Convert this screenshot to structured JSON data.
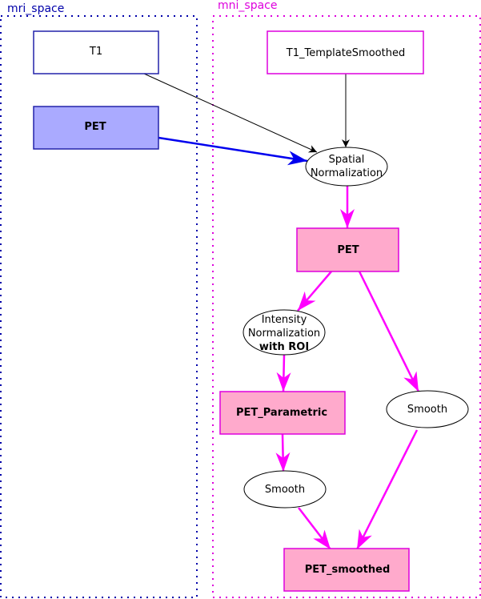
{
  "colors": {
    "mri_cluster": "#0000aa",
    "mni_cluster": "#dd00dd",
    "mri_node_border": "#2222aa",
    "mri_pet_fill": "#aaaaff",
    "mni_node_border": "#dd00dd",
    "mni_pet_fill": "#ffaacc",
    "edge_black": "#000000",
    "edge_blue": "#0000ee",
    "edge_magenta": "#ff00ff"
  },
  "clusters": {
    "mri": {
      "label": "mri_space"
    },
    "mni": {
      "label": "mni_space"
    }
  },
  "nodes": {
    "t1": {
      "label": "T1"
    },
    "pet_mri": {
      "label": "PET"
    },
    "t1_template": {
      "label": "T1_TemplateSmoothed"
    },
    "spatial_norm": {
      "line1": "Spatial",
      "line2": "Normalization"
    },
    "pet_mni": {
      "label": "PET"
    },
    "intensity_norm": {
      "line1": "Intensity",
      "line2": "Normalization",
      "line3": "with ROI"
    },
    "smooth_right": {
      "label": "Smooth"
    },
    "pet_parametric": {
      "label": "PET_Parametric"
    },
    "smooth_left": {
      "label": "Smooth"
    },
    "pet_smoothed": {
      "label": "PET_smoothed"
    }
  },
  "edges": [
    {
      "from": "T1",
      "to": "Spatial Normalization",
      "color": "black"
    },
    {
      "from": "T1_TemplateSmoothed",
      "to": "Spatial Normalization",
      "color": "black"
    },
    {
      "from": "PET (mri_space)",
      "to": "Spatial Normalization",
      "color": "blue"
    },
    {
      "from": "Spatial Normalization",
      "to": "PET (mni_space)",
      "color": "magenta"
    },
    {
      "from": "PET (mni_space)",
      "to": "Intensity Normalization with ROI",
      "color": "magenta"
    },
    {
      "from": "PET (mni_space)",
      "to": "Smooth",
      "color": "magenta"
    },
    {
      "from": "Intensity Normalization with ROI",
      "to": "PET_Parametric",
      "color": "magenta"
    },
    {
      "from": "PET_Parametric",
      "to": "Smooth",
      "color": "magenta"
    },
    {
      "from": "Smooth",
      "to": "PET_smoothed",
      "color": "magenta"
    },
    {
      "from": "Smooth (right)",
      "to": "PET_smoothed",
      "color": "magenta"
    }
  ]
}
